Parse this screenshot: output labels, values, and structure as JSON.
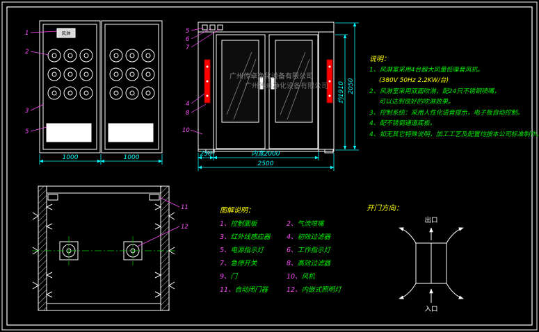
{
  "watermark": {
    "line1": "广州传卓净化设备有限公司",
    "line2": "广州传卓净化设备有限公司"
  },
  "front_view": {
    "panel_text": "风淋",
    "dim_left": "1000",
    "dim_right": "1000",
    "leaders": {
      "a": "1",
      "b": "2",
      "c": "3",
      "d": "5"
    }
  },
  "elevation": {
    "leaders": {
      "l5": "5",
      "l6": "6",
      "l7": "7",
      "l4": "4",
      "l8": "8",
      "l10": "10"
    },
    "dims": {
      "d250": "250",
      "inner": "内宽2000",
      "total": "2500",
      "h1": "约1910",
      "h2": "2050"
    }
  },
  "plan_view": {
    "leaders": {
      "l11": "11",
      "l12": "12"
    }
  },
  "notes": {
    "title": "说明：",
    "line1": "1、风淋室采用4台超大风量低噪音风机。",
    "line2": "(380V  50Hz  2.2KW/台)",
    "line3": "2、风淋室采用双面吹淋，配24只不锈钢喷嘴，",
    "line4": "可以达到很好的吹淋效果。",
    "line5": "3、控制系统：采用人性化语音提示，电子板自动控制。",
    "line6": "4、配不锈钢通道底板。",
    "line7": "4、如无其它特殊说明，加工工艺及配置均按本公司标准制作。"
  },
  "legend": {
    "title": "图解说明：",
    "items": [
      {
        "num": "1、",
        "label": "控制面板"
      },
      {
        "num": "2、",
        "label": "气流喷嘴"
      },
      {
        "num": "3、",
        "label": "红外线感应器"
      },
      {
        "num": "4、",
        "label": "初效过滤器"
      },
      {
        "num": "5、",
        "label": "电源指示灯"
      },
      {
        "num": "6、",
        "label": "工作指示灯"
      },
      {
        "num": "7、",
        "label": "急停开关"
      },
      {
        "num": "8、",
        "label": "高效过滤器"
      },
      {
        "num": "9、",
        "label": "门"
      },
      {
        "num": "10、",
        "label": "风机"
      },
      {
        "num": "11、",
        "label": "自动闭门器"
      },
      {
        "num": "12、",
        "label": "内嵌式照明灯"
      }
    ]
  },
  "door_direction": {
    "title": "开门方向：",
    "exit": "出口",
    "entrance": "入口"
  },
  "colors": {
    "background": "#000000",
    "line": "#ffffff",
    "dimension": "#00ffff",
    "note_green": "#00ee00",
    "note_yellow": "#ffff00",
    "leader_magenta": "#ff4dff",
    "nozzle_red": "#ff0000",
    "watermark_gray": "#8f8f8f"
  }
}
